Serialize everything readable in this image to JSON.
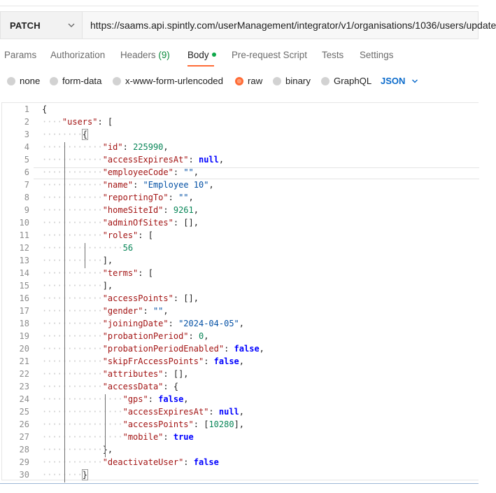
{
  "request": {
    "method": "PATCH",
    "url": "https://saams.api.spintly.com/userManagement/integrator/v1/organisations/1036/users/update"
  },
  "tabs": [
    {
      "label": "Params"
    },
    {
      "label": "Authorization"
    },
    {
      "label": "Headers",
      "count": "(9)"
    },
    {
      "label": "Body",
      "active": true
    },
    {
      "label": "Pre-request Script"
    },
    {
      "label": "Tests"
    },
    {
      "label": "Settings"
    }
  ],
  "body_types": [
    {
      "label": "none"
    },
    {
      "label": "form-data"
    },
    {
      "label": "x-www-form-urlencoded"
    },
    {
      "label": "raw",
      "selected": true
    },
    {
      "label": "binary"
    },
    {
      "label": "GraphQL"
    }
  ],
  "language": "JSON",
  "colors": {
    "accent": "#ff6c37",
    "key": "#a31515",
    "string": "#0451a5",
    "number": "#098658",
    "keyword": "#0000ff",
    "link": "#0b6bcb"
  },
  "editor": {
    "line_numbers": [
      "1",
      "2",
      "3",
      "4",
      "5",
      "6",
      "7",
      "8",
      "9",
      "10",
      "11",
      "12",
      "13",
      "14",
      "15",
      "16",
      "17",
      "18",
      "19",
      "20",
      "21",
      "22",
      "23",
      "24",
      "25",
      "26",
      "27",
      "28",
      "29",
      "30"
    ],
    "lines": [
      [
        {
          "t": "p",
          "v": "{"
        }
      ],
      [
        {
          "t": "k",
          "v": "\"users\""
        },
        {
          "t": "p",
          "v": ": ["
        }
      ],
      [
        {
          "t": "p",
          "v": "{"
        }
      ],
      [
        {
          "t": "k",
          "v": "\"id\""
        },
        {
          "t": "p",
          "v": ": "
        },
        {
          "t": "n",
          "v": "225990"
        },
        {
          "t": "p",
          "v": ","
        }
      ],
      [
        {
          "t": "k",
          "v": "\"accessExpiresAt\""
        },
        {
          "t": "p",
          "v": ": "
        },
        {
          "t": "kw",
          "v": "null"
        },
        {
          "t": "p",
          "v": ","
        }
      ],
      [
        {
          "t": "k",
          "v": "\"employeeCode\""
        },
        {
          "t": "p",
          "v": ": "
        },
        {
          "t": "s",
          "v": "\"\""
        },
        {
          "t": "p",
          "v": ","
        }
      ],
      [
        {
          "t": "k",
          "v": "\"name\""
        },
        {
          "t": "p",
          "v": ": "
        },
        {
          "t": "s",
          "v": "\"Employee 10\""
        },
        {
          "t": "p",
          "v": ","
        }
      ],
      [
        {
          "t": "k",
          "v": "\"reportingTo\""
        },
        {
          "t": "p",
          "v": ": "
        },
        {
          "t": "s",
          "v": "\"\""
        },
        {
          "t": "p",
          "v": ","
        }
      ],
      [
        {
          "t": "k",
          "v": "\"homeSiteId\""
        },
        {
          "t": "p",
          "v": ": "
        },
        {
          "t": "n",
          "v": "9261"
        },
        {
          "t": "p",
          "v": ","
        }
      ],
      [
        {
          "t": "k",
          "v": "\"adminOfSites\""
        },
        {
          "t": "p",
          "v": ": [],"
        }
      ],
      [
        {
          "t": "k",
          "v": "\"roles\""
        },
        {
          "t": "p",
          "v": ": ["
        }
      ],
      [
        {
          "t": "n",
          "v": "56"
        }
      ],
      [
        {
          "t": "p",
          "v": "],"
        }
      ],
      [
        {
          "t": "k",
          "v": "\"terms\""
        },
        {
          "t": "p",
          "v": ": ["
        }
      ],
      [
        {
          "t": "p",
          "v": "],"
        }
      ],
      [
        {
          "t": "k",
          "v": "\"accessPoints\""
        },
        {
          "t": "p",
          "v": ": [],"
        }
      ],
      [
        {
          "t": "k",
          "v": "\"gender\""
        },
        {
          "t": "p",
          "v": ": "
        },
        {
          "t": "s",
          "v": "\"\""
        },
        {
          "t": "p",
          "v": ","
        }
      ],
      [
        {
          "t": "k",
          "v": "\"joiningDate\""
        },
        {
          "t": "p",
          "v": ": "
        },
        {
          "t": "s",
          "v": "\"2024-04-05\""
        },
        {
          "t": "p",
          "v": ","
        }
      ],
      [
        {
          "t": "k",
          "v": "\"probationPeriod\""
        },
        {
          "t": "p",
          "v": ": "
        },
        {
          "t": "n",
          "v": "0"
        },
        {
          "t": "p",
          "v": ","
        }
      ],
      [
        {
          "t": "k",
          "v": "\"probationPeriodEnabled\""
        },
        {
          "t": "p",
          "v": ": "
        },
        {
          "t": "kw",
          "v": "false"
        },
        {
          "t": "p",
          "v": ","
        }
      ],
      [
        {
          "t": "k",
          "v": "\"skipFrAccessPoints\""
        },
        {
          "t": "p",
          "v": ": "
        },
        {
          "t": "kw",
          "v": "false"
        },
        {
          "t": "p",
          "v": ","
        }
      ],
      [
        {
          "t": "k",
          "v": "\"attributes\""
        },
        {
          "t": "p",
          "v": ": [],"
        }
      ],
      [
        {
          "t": "k",
          "v": "\"accessData\""
        },
        {
          "t": "p",
          "v": ": {"
        }
      ],
      [
        {
          "t": "k",
          "v": "\"gps\""
        },
        {
          "t": "p",
          "v": ": "
        },
        {
          "t": "kw",
          "v": "false"
        },
        {
          "t": "p",
          "v": ","
        }
      ],
      [
        {
          "t": "k",
          "v": "\"accessExpiresAt\""
        },
        {
          "t": "p",
          "v": ": "
        },
        {
          "t": "kw",
          "v": "null"
        },
        {
          "t": "p",
          "v": ","
        }
      ],
      [
        {
          "t": "k",
          "v": "\"accessPoints\""
        },
        {
          "t": "p",
          "v": ": ["
        },
        {
          "t": "n",
          "v": "10280"
        },
        {
          "t": "p",
          "v": "],"
        }
      ],
      [
        {
          "t": "k",
          "v": "\"mobile\""
        },
        {
          "t": "p",
          "v": ": "
        },
        {
          "t": "kw",
          "v": "true"
        }
      ],
      [
        {
          "t": "p",
          "v": "},"
        }
      ],
      [
        {
          "t": "k",
          "v": "\"deactivateUser\""
        },
        {
          "t": "p",
          "v": ": "
        },
        {
          "t": "kw",
          "v": "false"
        }
      ],
      [
        {
          "t": "p",
          "v": "}"
        }
      ]
    ]
  }
}
